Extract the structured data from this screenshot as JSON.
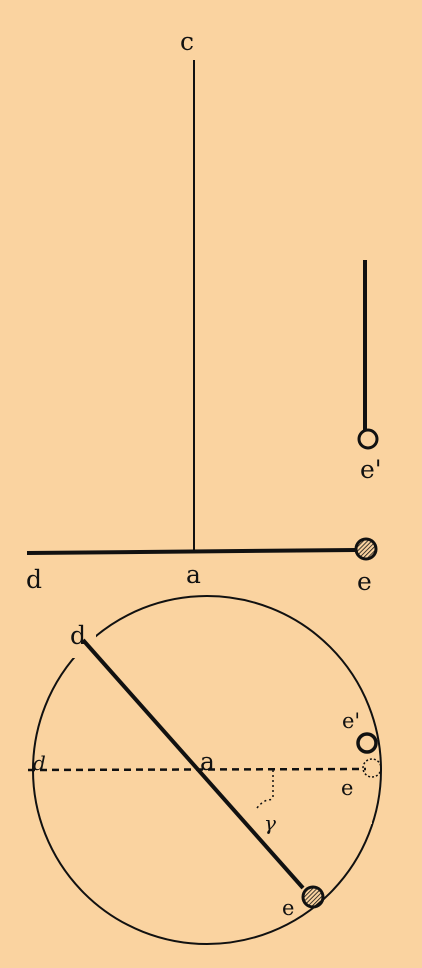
{
  "figure": {
    "background": "#fad3a0",
    "ink": "#111111",
    "upper": {
      "label_c": "c",
      "label_d": "d",
      "label_a": "a",
      "label_e": "e",
      "label_e_prime": "e'"
    },
    "lower": {
      "label_d": "d",
      "label_d_sub": "d",
      "label_a": "a",
      "label_gamma": "γ",
      "label_e": "e",
      "label_e_prime": "e'",
      "label_e_dotted": "e"
    }
  }
}
